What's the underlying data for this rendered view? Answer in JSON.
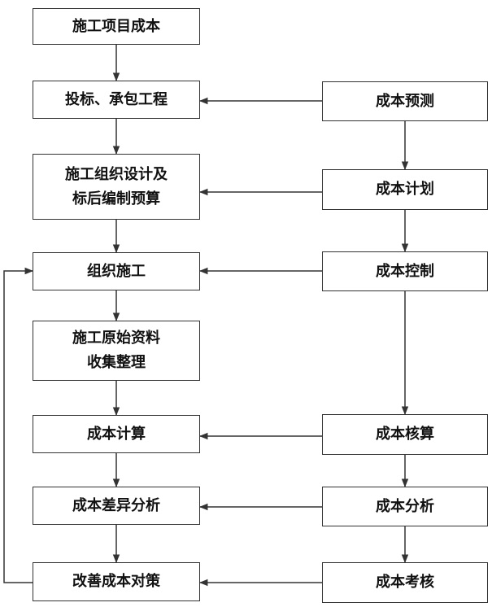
{
  "left_column": [
    {
      "id": "L1",
      "lines": [
        "施工项目成本"
      ]
    },
    {
      "id": "L2",
      "lines": [
        "投标、承包工程"
      ]
    },
    {
      "id": "L3",
      "lines": [
        "施工组织设计及",
        "标后编制预算"
      ]
    },
    {
      "id": "L4",
      "lines": [
        "组织施工"
      ]
    },
    {
      "id": "L5",
      "lines": [
        "施工原始资料",
        "收集整理"
      ]
    },
    {
      "id": "L6",
      "lines": [
        "成本计算"
      ]
    },
    {
      "id": "L7",
      "lines": [
        "成本差异分析"
      ]
    },
    {
      "id": "L8",
      "lines": [
        "改善成本对策"
      ]
    }
  ],
  "right_column": [
    {
      "id": "R1",
      "lines": [
        "成本预测"
      ]
    },
    {
      "id": "R2",
      "lines": [
        "成本计划"
      ]
    },
    {
      "id": "R3",
      "lines": [
        "成本控制"
      ]
    },
    {
      "id": "R4",
      "lines": [
        "成本核算"
      ]
    },
    {
      "id": "R5",
      "lines": [
        "成本分析"
      ]
    },
    {
      "id": "R6",
      "lines": [
        "成本考核"
      ]
    }
  ],
  "edges": [
    [
      "L1",
      "L2"
    ],
    [
      "L2",
      "L3"
    ],
    [
      "L3",
      "L4"
    ],
    [
      "L4",
      "L5"
    ],
    [
      "L5",
      "L6"
    ],
    [
      "L6",
      "L7"
    ],
    [
      "L7",
      "L8"
    ],
    [
      "R1",
      "R2"
    ],
    [
      "R2",
      "R3"
    ],
    [
      "R3",
      "R4"
    ],
    [
      "R4",
      "R5"
    ],
    [
      "R5",
      "R6"
    ],
    [
      "R1",
      "L2"
    ],
    [
      "R2",
      "L3"
    ],
    [
      "R3",
      "L4"
    ],
    [
      "R4",
      "L6"
    ],
    [
      "R5",
      "L7"
    ],
    [
      "R6",
      "L8"
    ],
    [
      "L8",
      "L4"
    ]
  ]
}
